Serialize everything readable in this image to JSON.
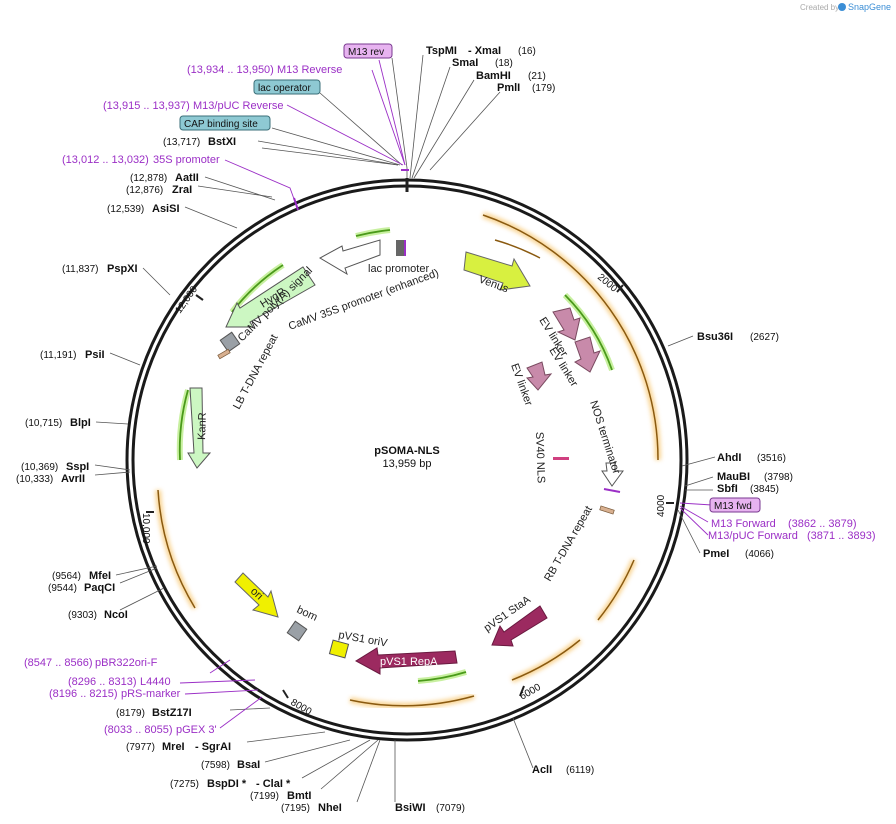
{
  "credit": "Created by",
  "brand": "SnapGene",
  "plasmid": {
    "name": "pSOMA-NLS",
    "size": "13,959 bp"
  },
  "ticks": [
    "2000",
    "4000",
    "6000",
    "8000",
    "10,000",
    "12,000"
  ],
  "sites": {
    "tspmi": {
      "name": "TspMI",
      "pos": "(16)"
    },
    "xmai": {
      "name": "- XmaI"
    },
    "smai": {
      "name": "SmaI",
      "pos": "(18)"
    },
    "bamhi": {
      "name": "BamHI",
      "pos": "(21)"
    },
    "pmli": {
      "name": "PmlI",
      "pos": "(179)"
    },
    "bsu36i": {
      "name": "Bsu36I",
      "pos": "(2627)"
    },
    "ahdi": {
      "name": "AhdI",
      "pos": "(3516)"
    },
    "maubi": {
      "name": "MauBI",
      "pos": "(3798)"
    },
    "sbfi": {
      "name": "SbfI",
      "pos": "(3845)"
    },
    "pmei": {
      "name": "PmeI",
      "pos": "(4066)"
    },
    "acli": {
      "name": "AclI",
      "pos": "(6119)"
    },
    "bsiwi": {
      "name": "BsiWI",
      "pos": "(7079)"
    },
    "nhei": {
      "name": "NheI",
      "pos": "(7195)"
    },
    "bmti": {
      "name": "BmtI",
      "pos": "(7199)"
    },
    "bspdi": {
      "name": "BspDI *",
      "pos": "(7275)"
    },
    "clai": {
      "name": "- ClaI *"
    },
    "bsai": {
      "name": "BsaI",
      "pos": "(7598)"
    },
    "mrei": {
      "name": "MreI",
      "pos": "(7977)"
    },
    "sgrai": {
      "name": "- SgrAI"
    },
    "bstz17i": {
      "name": "BstZ17I",
      "pos": "(8179)"
    },
    "ncoi": {
      "name": "NcoI",
      "pos": "(9303)"
    },
    "paqci": {
      "name": "PaqCI",
      "pos": "(9544)"
    },
    "mfei": {
      "name": "MfeI",
      "pos": "(9564)"
    },
    "avrii": {
      "name": "AvrII",
      "pos": "(10,333)"
    },
    "sspi": {
      "name": "SspI",
      "pos": "(10,369)"
    },
    "blpi": {
      "name": "BlpI",
      "pos": "(10,715)"
    },
    "psii": {
      "name": "PsiI",
      "pos": "(11,191)"
    },
    "pspxi": {
      "name": "PspXI",
      "pos": "(11,837)"
    },
    "asisi": {
      "name": "AsiSI",
      "pos": "(12,539)"
    },
    "zrai": {
      "name": "ZraI",
      "pos": "(12,876)"
    },
    "aatii": {
      "name": "AatII",
      "pos": "(12,878)"
    },
    "bstxi": {
      "name": "BstXI",
      "pos": "(13,717)"
    }
  },
  "primers": {
    "m13rev_box": "M13 rev",
    "m13reverse": {
      "range": "(13,934 .. 13,950)",
      "name": "M13 Reverse"
    },
    "lac_operator_box": "lac operator",
    "m13puc_reverse": {
      "range": "(13,915 .. 13,937)",
      "name": "M13/pUC Reverse"
    },
    "cap_box": "CAP binding site",
    "p35s": {
      "range": "(13,012 .. 13,032)",
      "name": "35S promoter"
    },
    "m13fwd_box": "M13 fwd",
    "m13forward": {
      "name": "M13 Forward",
      "range": "(3862 .. 3879)"
    },
    "m13puc_forward": {
      "name": "M13/pUC Forward",
      "range": "(3871 .. 3893)"
    },
    "pbr322": {
      "range": "(8547 .. 8566)",
      "name": "pBR322ori-F"
    },
    "l4440": {
      "range": "(8296 .. 8313)",
      "name": "L4440"
    },
    "prs": {
      "range": "(8196 .. 8215)",
      "name": "pRS-marker"
    },
    "pgex": {
      "range": "(8033 .. 8055)",
      "name": "pGEX 3'"
    }
  },
  "features": {
    "lac_promoter": "lac promoter",
    "camv35s": "CaMV 35S promoter (enhanced)",
    "venus": "Venus",
    "hygr": "HygR",
    "camv_polya": "CaMV poly(A) signal",
    "lb_tdna": "LB T-DNA repeat",
    "ev1": "EV linker",
    "ev2": "EV linker",
    "ev3": "EV linker",
    "nos": "NOS terminator",
    "sv40": "SV40 NLS",
    "rb_tdna": "RB T-DNA repeat",
    "kanr": "KanR",
    "ori": "ori",
    "bom": "bom",
    "pvs1_oriv": "pVS1 oriV",
    "pvs1_stAa": "pVS1 StaA",
    "pvs1_repa": "pVS1 RepA"
  },
  "colors": {
    "ring": "#1a1a1a",
    "orf_gold": "#f5b74a",
    "orf_brown": "#8a5a10",
    "green_arrow": "#4a9a1a",
    "green_glow": "#c8f0a0",
    "venus": "#d8f040",
    "ev_linker": "#c88aaa",
    "hygr": "#ccf7c2",
    "pvs1": "#9c2a60",
    "ori": "#f0f000",
    "primer": "#9b2fc6"
  }
}
